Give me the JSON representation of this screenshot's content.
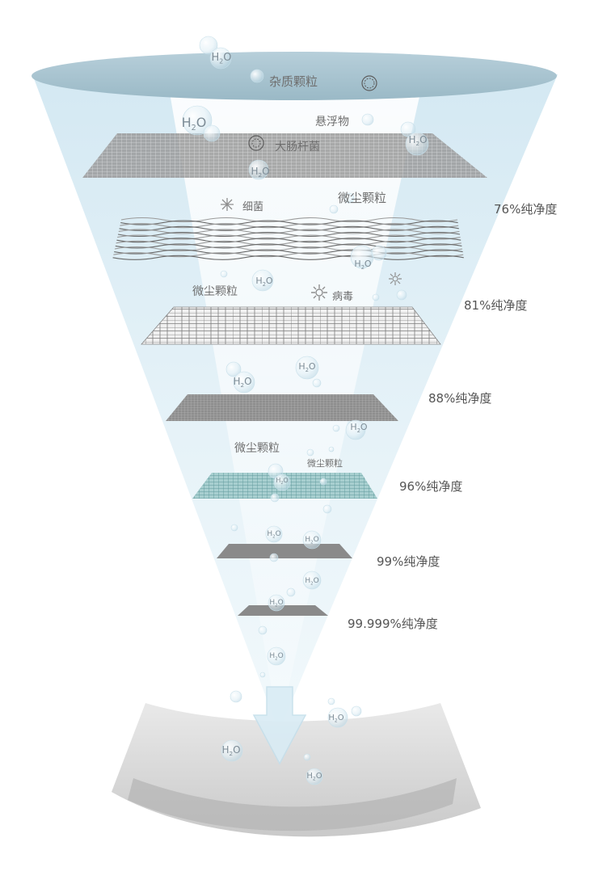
{
  "top_labels": {
    "impurities": "杂质颗粒",
    "suspended": "悬浮物",
    "ecoli": "大肠杆菌"
  },
  "layer_labels": {
    "bacteria": "细菌",
    "dust_1": "微尘颗粒",
    "dust_2": "微尘颗粒",
    "virus": "病毒",
    "dust_3": "微尘颗粒",
    "dust_small": "微尘颗粒"
  },
  "purity": {
    "p1": "76%纯净度",
    "p2": "81%纯净度",
    "p3": "88%纯净度",
    "p4": "96%纯净度",
    "p5": "99%纯净度",
    "p6": "99.999%纯净度"
  },
  "molecule": {
    "main": "H",
    "sub": "2",
    "tail": "O"
  },
  "colors": {
    "funnel_top": "#a9c4d0",
    "funnel_body": "#d8ecf5",
    "filter_gray": "#8d8d8d",
    "filter_teal": "#7fb1b1",
    "pad": "#dcdcdc"
  }
}
